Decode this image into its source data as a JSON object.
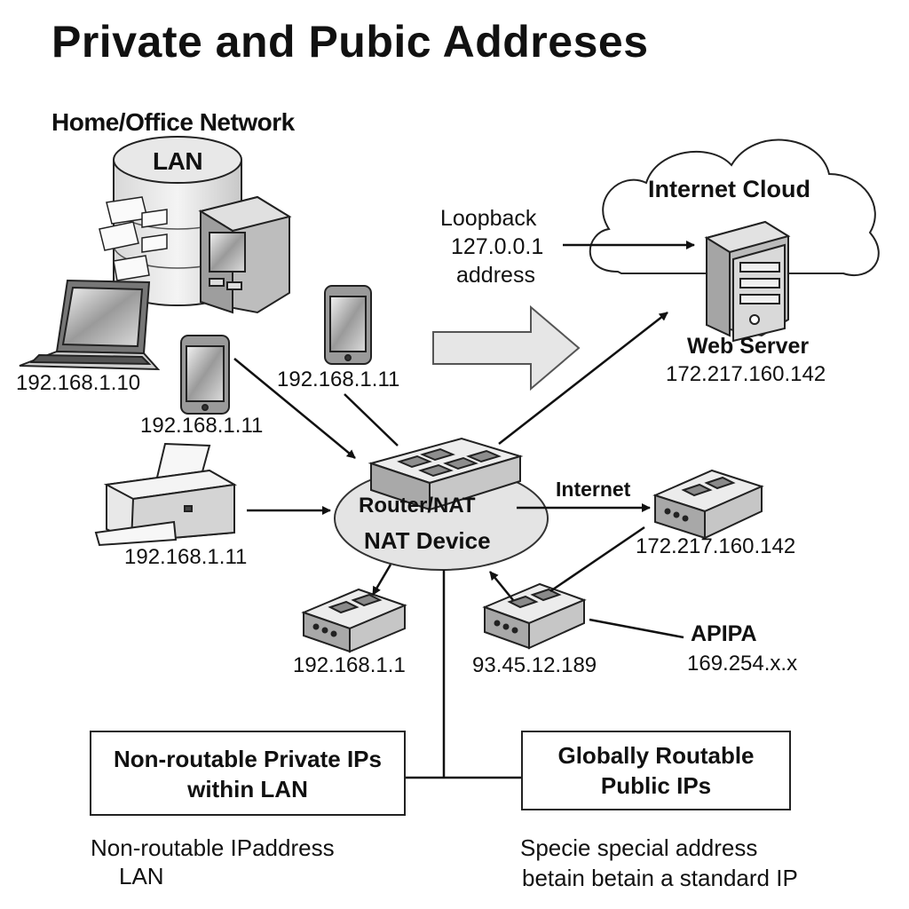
{
  "title": "Private and Pubic Addreses",
  "lan": {
    "heading": "Home/Office Network",
    "db_label": "LAN",
    "laptop_ip": "192.168.1.10",
    "phone1_ip": "192.168.1.11",
    "phone2_ip": "192.168.1.11",
    "printer_ip": "192.168.1.11"
  },
  "loopback": {
    "line1": "Loopback",
    "line2": "127.0.0.1",
    "line3": "address"
  },
  "cloud": {
    "label": "Internet Cloud",
    "server_label": "Web Server",
    "server_ip": "172.217.160.142"
  },
  "router": {
    "line1": "Router/NAT",
    "line2": "NAT Device"
  },
  "internet": {
    "label": "Internet",
    "device_ip": "172.217.160.142"
  },
  "switches": {
    "lan_switch_ip": "192.168.1.1",
    "public_switch_ip": "93.45.12.189"
  },
  "apipa": {
    "label": "APIPA",
    "range": "169.254.x.x"
  },
  "boxes": {
    "private_line1": "Non-routable Private IPs",
    "private_line2": "within LAN",
    "public_line1": "Globally Routable",
    "public_line2": "Public IPs"
  },
  "notes": {
    "left_line1": "Non-routable IPaddress",
    "left_line2": "LAN",
    "right_line1": "Specie special address",
    "right_line2": "betain betain a standard IP"
  }
}
